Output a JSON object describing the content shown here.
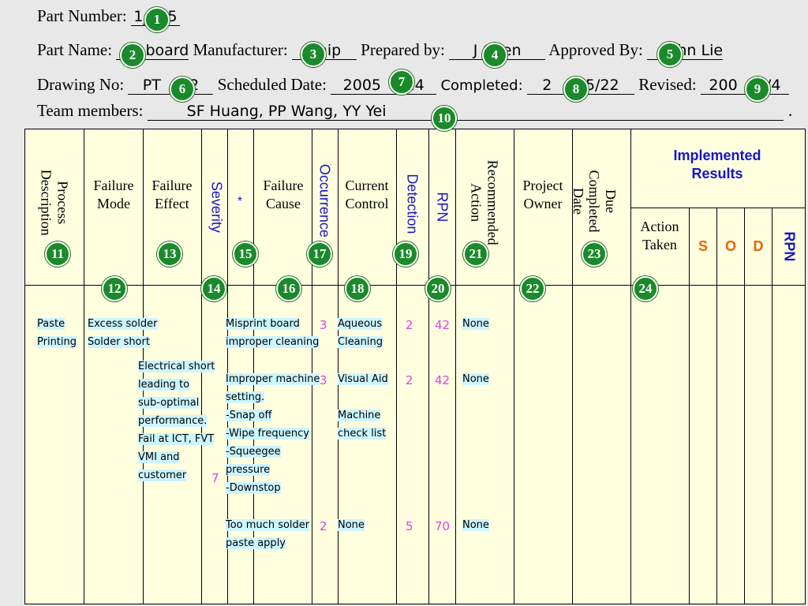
{
  "header": {
    "part_number_label": "Part Number:",
    "part_number_value": "1__45",
    "part_name_label": "Part Name:",
    "part_name_value": "board",
    "manufacturer_label": "Manufacturer:",
    "manufacturer_value": "Chip",
    "prepared_by_label": "Prepared by:",
    "prepared_by_value": "J    Chen",
    "approved_by_label": "Approved By:",
    "approved_by_value": "hn Lie",
    "drawing_no_label": "Drawing No:",
    "drawing_no_value": "PT    02",
    "scheduled_date_label": "Scheduled Date:",
    "scheduled_date_value": "2005    /14",
    "completed_label": "Completed:",
    "completed_value": "2    5/5/22",
    "revised_label": "Revised:",
    "revised_value": "200    8/4",
    "team_label": "Team members:",
    "team_value": "SF Huang, PP Wang, YY Yei",
    "team_end": "."
  },
  "badges": [
    "1",
    "2",
    "3",
    "4",
    "5",
    "6",
    "7",
    "8",
    "9",
    "10",
    "11",
    "12",
    "13",
    "14",
    "15",
    "16",
    "17",
    "18",
    "19",
    "20",
    "21",
    "22",
    "23",
    "24"
  ],
  "columns": {
    "process_description": "Process Description",
    "failure_mode": "Failure Mode",
    "failure_effect": "Failure Effect",
    "severity": "Severity",
    "star": "*",
    "failure_cause": "Failure Cause",
    "occurrence": "Occurrence",
    "current_control": "Current Control",
    "detection": "Detection",
    "rpn": "RPN",
    "recommended_action": "Recommended Action",
    "project_owner": "Project Owner",
    "due_completed_date": "Due Completed Date",
    "implemented_results": "Implemented Results",
    "action_taken": "Action Taken",
    "s": "S",
    "o": "O",
    "d": "D",
    "rpn2": "RPN"
  },
  "rows": {
    "process": [
      "Paste",
      "Printing"
    ],
    "mode": [
      "Excess solder",
      "Solder short"
    ],
    "effect": [
      "Electrical short",
      "leading to",
      "sub-optimal",
      "performance.",
      "Fail at ICT, FVT",
      "VMI and",
      "customer"
    ],
    "severity": "7",
    "cause1": [
      "Misprint board",
      "improper cleaning"
    ],
    "cause2": [
      "Improper machine",
      "setting.",
      "-Snap off",
      "-Wipe frequency",
      "-Squeegee",
      "pressure",
      "-Downstop"
    ],
    "cause3": [
      "Too much solder",
      "paste apply"
    ],
    "occ": [
      "3",
      "3",
      "2"
    ],
    "control1": [
      "Aqueous",
      "Cleaning"
    ],
    "control2a": "Visual Aid",
    "control2b": [
      "Machine",
      "check list"
    ],
    "control3": "None",
    "det": [
      "2",
      "2",
      "5"
    ],
    "rpn": [
      "42",
      "42",
      "70"
    ],
    "rec": [
      "None",
      "None",
      "None"
    ]
  }
}
